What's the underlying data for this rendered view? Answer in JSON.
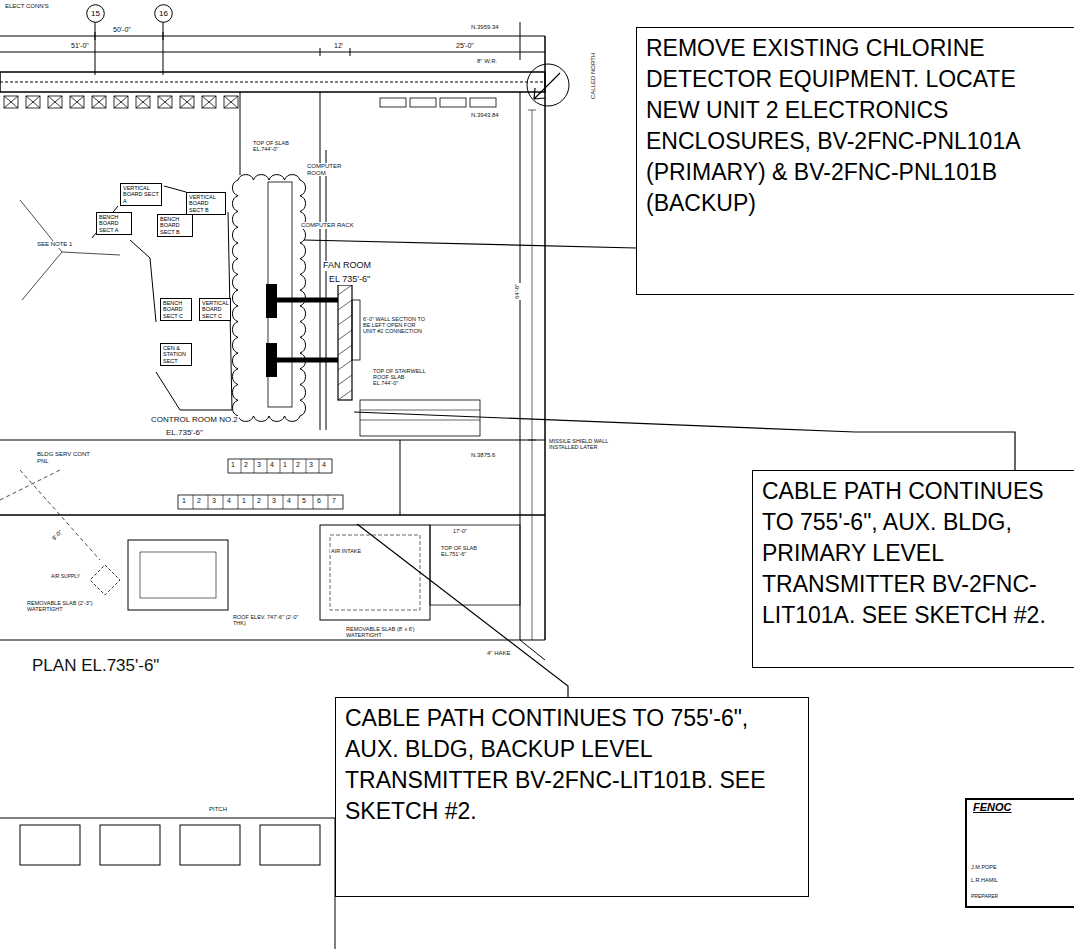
{
  "diagram": {
    "title": "PLAN EL.735'-6\"",
    "nodes": [
      {
        "text": [
          "15"
        ]
      },
      {
        "text": [
          "16"
        ]
      },
      {
        "text": [
          "REMOVE EXISTING CHLORINE DETECTOR EQUIPMENT. LOCATE NEW UNIT 2 ELECTRONICS ENCLOSURES, BV-2FNC-PNL101A (PRIMARY) & BV-2FNC-PNL101B (BACKUP)"
        ]
      },
      {
        "text": [
          "VERTICAL BOARD SECT A"
        ]
      },
      {
        "text": [
          "VERTICAL BOARD SECT B"
        ]
      },
      {
        "text": [
          "BENCH BOARD SECT A"
        ]
      },
      {
        "text": [
          "BENCH BOARD SECT B"
        ]
      },
      {
        "text": [
          "BENCH BOARD SECT C"
        ]
      },
      {
        "text": [
          "VERTICAL BOARD SECT C"
        ]
      },
      {
        "text": [
          "CEN & STATION SECT"
        ]
      },
      {
        "text": [
          "CABLE PATH CONTINUES TO 755'-6\", AUX. BLDG, PRIMARY LEVEL TRANSMITTER BV-2FNC-LIT101A. SEE SKETCH #2."
        ]
      },
      {
        "text": [
          "CABLE PATH CONTINUES TO 755'-6\", AUX. BLDG, BACKUP LEVEL TRANSMITTER BV-2FNC-LIT101B. SEE SKETCH #2."
        ]
      },
      {
        "text": [
          "FENOC"
        ]
      }
    ],
    "labels": [
      "ELECT CONN'S",
      "50'-0\"",
      "51'-0\"",
      "12'",
      "25'-0\"",
      "8\" W.R.",
      "N.3959.34",
      "N.3943.84",
      "TOP OF SLAB EL.744'-0\"",
      "COMPUTER ROOM",
      "COMPUTER RACK",
      "FAN ROOM",
      "EL 735'-6\"",
      "SEE NOTE 1",
      "6'-0\" WALL SECTION TO BE LEFT OPEN FOR UNIT #2 CONNECTION",
      "TOP OF STAIRWELL ROOF SLAB EL.744'-0\"",
      "MISSILE SHIELD WALL INSTALLED LATER",
      "CONTROL ROOM NO.2",
      "EL.735'-6\"",
      "BLDG SERV CONT PNL",
      "N.3875.6",
      "9'-0\"",
      "AIR SUPPLY",
      "REMOVABLE SLAB (2'-3\") WATERTIGHT",
      "ROOF ELEV. 747'-6\" (2'-0\" THK)",
      "AIR INTAKE",
      "TOP OF SLAB EL.751'-6\"",
      "17'-0\"",
      "REMOVABLE SLAB (8' x 6') WATERTIGHT",
      "4\" HAKE",
      "64'-8\"",
      "PITCH",
      "CALLED NORTH",
      "J.M.POPE",
      "L.R.HAMIL",
      "PREPARER",
      "1",
      "2",
      "3",
      "4",
      "1",
      "2",
      "3",
      "4",
      "1",
      "2",
      "3",
      "4",
      "1",
      "2",
      "3",
      "4",
      "5",
      "6",
      "7"
    ]
  }
}
